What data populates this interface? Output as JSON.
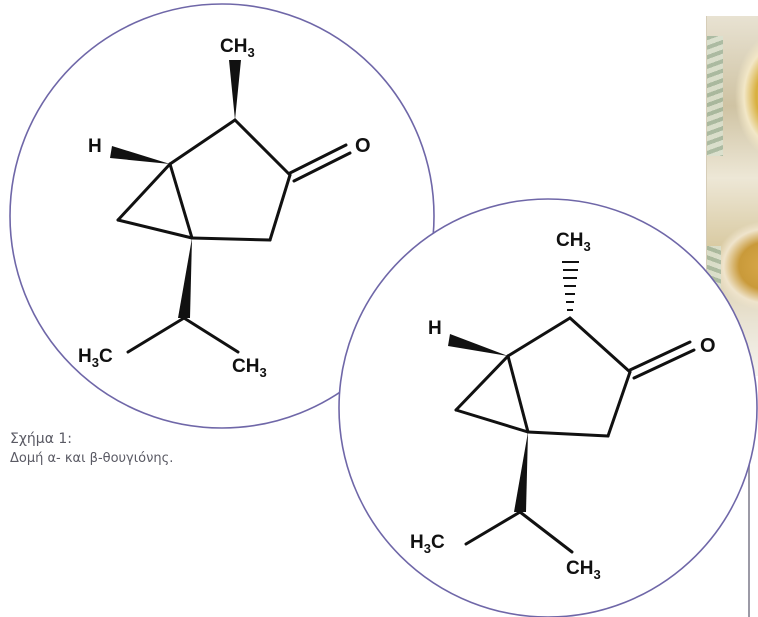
{
  "caption": {
    "title": "Σχήμα 1:",
    "description": "Δομή α- και β-θουγιόνης."
  },
  "molecule_a": {
    "labels": {
      "methyl": "CH",
      "methyl_sub": "3",
      "hydrogen": "H",
      "oxygen": "O",
      "isopropyl_left": "H",
      "isopropyl_left_sub": "3",
      "isopropyl_left_tail": "C",
      "isopropyl_right": "CH",
      "isopropyl_right_sub": "3"
    }
  },
  "molecule_b": {
    "labels": {
      "methyl": "CH",
      "methyl_sub": "3",
      "hydrogen": "H",
      "oxygen": "O",
      "isopropyl_left": "H",
      "isopropyl_left_sub": "3",
      "isopropyl_left_tail": "C",
      "isopropyl_right": "CH",
      "isopropyl_right_sub": "3"
    }
  },
  "colors": {
    "circle_stroke": "#6f67a8",
    "bond": "#111111",
    "caption_text": "#5a5a64"
  },
  "decorations": [
    "photo-strip",
    "right-rule"
  ]
}
